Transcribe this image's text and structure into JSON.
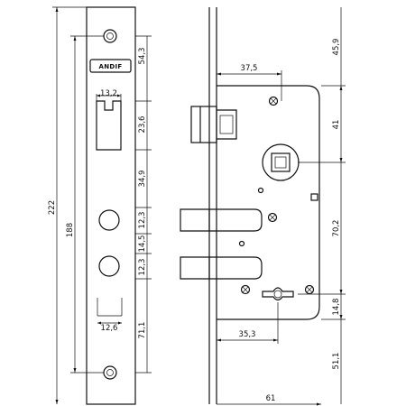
{
  "brand": {
    "logo_text": "ANDIF"
  },
  "dimensions": {
    "faceplate": {
      "overall_height": "222",
      "screw_spacing": "188",
      "latch_width": "13,2",
      "lever_gap_upper": "12,3",
      "lever_hole_spacing": "14,5",
      "lever_gap_lower": "12,3",
      "lower_width": "12,6",
      "top_offset": "54,3",
      "latch_offset": "23,6",
      "latch_to_bolt": "34,9",
      "bottom_offset": "71,1"
    },
    "side": {
      "backset_latch": "37,5",
      "backset_cylinder": "35,3",
      "depth": "61",
      "top_offset": "45,9",
      "latch_to_spindle": "41",
      "spindle_to_cylinder": "70,2",
      "cylinder_offset": "14,8",
      "bottom_offset": "51,1"
    }
  }
}
